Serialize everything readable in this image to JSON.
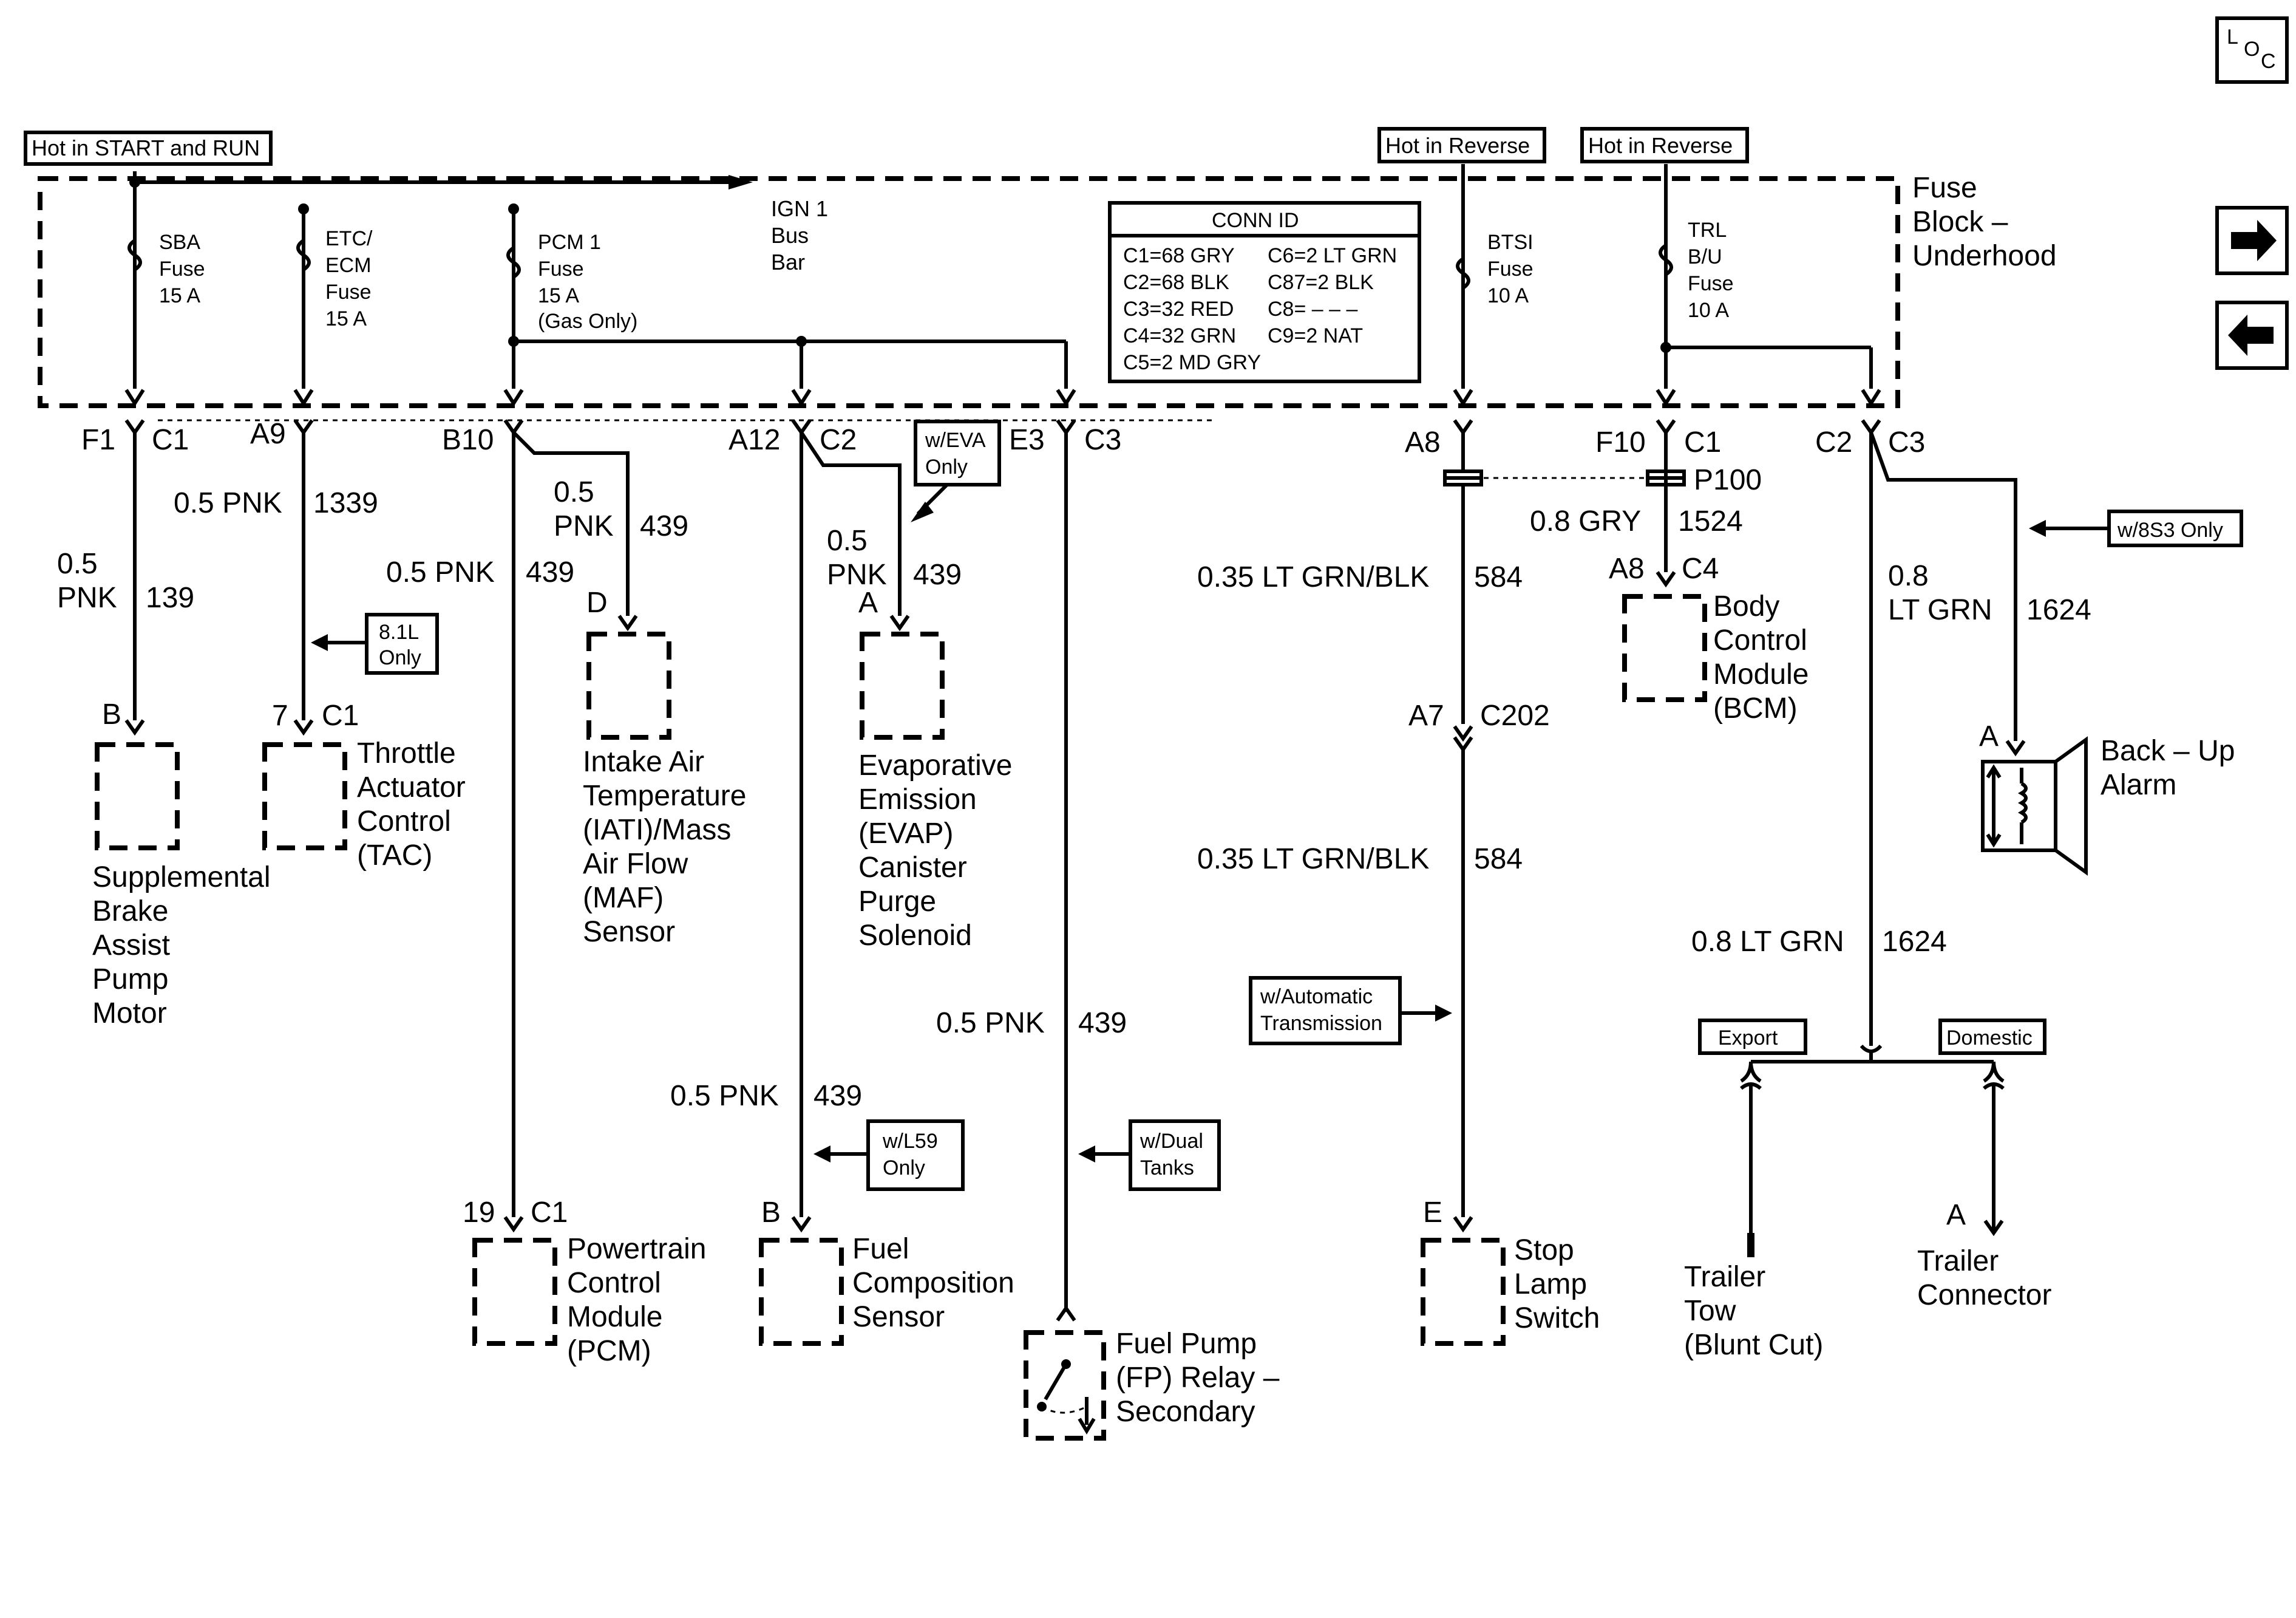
{
  "loc_icon": {
    "line1": "L",
    "line2": "O",
    "line3": "C"
  },
  "nav": {
    "forward_icon": "arrow-right-icon",
    "back_icon": "arrow-left-icon"
  },
  "hot_labels": {
    "start_run": "Hot in START and RUN",
    "reverse_1": "Hot in Reverse",
    "reverse_2": "Hot in Reverse"
  },
  "fuse_block": {
    "line1": "Fuse",
    "line2": "Block –",
    "line3": "Underhood"
  },
  "fuses": [
    {
      "lines": [
        "SBA",
        "Fuse",
        "15 A"
      ]
    },
    {
      "lines": [
        "ETC/",
        "ECM",
        "Fuse",
        "15 A"
      ]
    },
    {
      "lines": [
        "PCM 1",
        "Fuse",
        "15 A",
        "(Gas Only)"
      ]
    },
    {
      "lines": [
        "BTSI",
        "Fuse",
        "10 A"
      ]
    },
    {
      "lines": [
        "TRL",
        "B/U",
        "Fuse",
        "10 A"
      ]
    }
  ],
  "ign_bus": {
    "lines": [
      "IGN 1",
      "Bus",
      "Bar"
    ]
  },
  "conn_id": {
    "title": "CONN ID",
    "rows": [
      [
        "C1=68 GRY",
        "C6=2 LT GRN"
      ],
      [
        "C2=68 BLK",
        "C87=2 BLK"
      ],
      [
        "C3=32 RED",
        "C8= – – –"
      ],
      [
        "C4=32 GRN",
        "C9=2 NAT"
      ],
      [
        "C5=2 MD GRY",
        ""
      ]
    ]
  },
  "connectors": {
    "f1": "F1",
    "f1c": "C1",
    "a9": "A9",
    "b10": "B10",
    "a12": "A12",
    "a12c": "C2",
    "e3": "E3",
    "e3c": "C3",
    "a8": "A8",
    "f10": "F10",
    "f10c": "C1",
    "c2": "C2",
    "c2c": "C3",
    "p100": "P100",
    "a8c4": "A8",
    "c4": "C4",
    "a7": "A7",
    "c202": "C202"
  },
  "wires": {
    "w139_size": "0.5",
    "w139_color": "PNK",
    "w139_circuit": "139",
    "w1339_size": "0.5 PNK",
    "w1339_circuit": "1339",
    "w439a_size": "0.5",
    "w439a_color": "PNK",
    "w439a_circuit": "439",
    "w439b_size": "0.5 PNK",
    "w439b_circuit": "439",
    "w439c_size": "0.5",
    "w439c_color": "PNK",
    "w439c_circuit": "439",
    "w439d_size": "0.5 PNK",
    "w439d_circuit": "439",
    "w439e_size": "0.5 PNK",
    "w439e_circuit": "439",
    "w584a_size": "0.35 LT GRN/BLK",
    "w584a_circuit": "584",
    "w584b_size": "0.35 LT GRN/BLK",
    "w584b_circuit": "584",
    "w1524_size": "0.8 GRY",
    "w1524_circuit": "1524",
    "w1624a_size": "0.8",
    "w1624a_color": "LT GRN",
    "w1624a_circuit": "1624",
    "w1624b_size": "0.8 LT GRN",
    "w1624b_circuit": "1624"
  },
  "options": {
    "l81": [
      "8.1L",
      "Only"
    ],
    "eva": [
      "w/EVA",
      "Only"
    ],
    "s83": "w/8S3 Only",
    "auto_trans": [
      "w/Automatic",
      "Transmission"
    ],
    "l59": [
      "w/L59",
      "Only"
    ],
    "dual": [
      "w/Dual",
      "Tanks"
    ],
    "export": "Export",
    "domestic": "Domestic"
  },
  "components": {
    "sba": {
      "pin": "B",
      "lines": [
        "Supplemental",
        "Brake",
        "Assist",
        "Pump",
        "Motor"
      ]
    },
    "tac": {
      "pin": "7",
      "conn": "C1",
      "lines": [
        "Throttle",
        "Actuator",
        "Control",
        "(TAC)"
      ]
    },
    "iat": {
      "pin": "D",
      "lines": [
        "Intake Air",
        "Temperature",
        "(IATI)/Mass",
        "Air Flow",
        "(MAF)",
        "Sensor"
      ]
    },
    "evap": {
      "pin": "A",
      "lines": [
        "Evaporative",
        "Emission",
        "(EVAP)",
        "Canister",
        "Purge",
        "Solenoid"
      ]
    },
    "bcm": {
      "lines": [
        "Body",
        "Control",
        "Module",
        "(BCM)"
      ]
    },
    "alarm": {
      "pin": "A",
      "lines": [
        "Back – Up",
        "Alarm"
      ]
    },
    "pcm": {
      "pin": "19",
      "conn": "C1",
      "lines": [
        "Powertrain",
        "Control",
        "Module",
        "(PCM)"
      ]
    },
    "fcs": {
      "pin": "B",
      "lines": [
        "Fuel",
        "Composition",
        "Sensor"
      ]
    },
    "fp": {
      "lines": [
        "Fuel Pump",
        "(FP) Relay –",
        "Secondary"
      ]
    },
    "stop": {
      "pin": "E",
      "lines": [
        "Stop",
        "Lamp",
        "Switch"
      ]
    },
    "tow": {
      "lines": [
        "Trailer",
        "Tow",
        "(Blunt Cut)"
      ]
    },
    "trailer": {
      "pin": "A",
      "lines": [
        "Trailer",
        "Connector"
      ]
    }
  }
}
